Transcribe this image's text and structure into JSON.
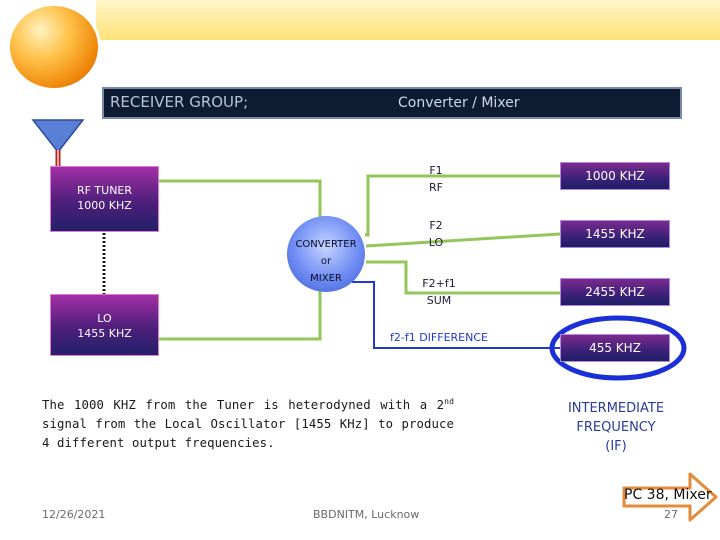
{
  "header": {
    "left": "RECEIVER GROUP;",
    "right": "Converter / Mixer"
  },
  "blocks": {
    "tuner": [
      "RF TUNER",
      "1000 KHZ"
    ],
    "lo": [
      "LO",
      "1455 KHZ"
    ],
    "mixer": [
      "CONVERTER",
      "or",
      "MIXER"
    ]
  },
  "outputs": [
    {
      "labels": [
        "F1",
        "RF"
      ],
      "value": "1000 KHZ"
    },
    {
      "labels": [
        "F2",
        "LO"
      ],
      "value": "1455 KHZ"
    },
    {
      "labels": [
        "F2+f1",
        "SUM"
      ],
      "value": "2455 KHZ"
    }
  ],
  "difference": {
    "label": "f2-f1 DIFFERENCE",
    "value": "455 KHZ"
  },
  "paragraph": {
    "before": "The 1000 KHZ from the Tuner is heterodyned with a 2",
    "sup": "nd",
    "after": " signal from the Local Oscillator [1455 KHz] to produce 4 different output frequencies."
  },
  "if_label": [
    "INTERMEDIATE",
    "FREQUENCY",
    "(IF)"
  ],
  "footer": {
    "date": "12/26/2021",
    "institution": "BBDNITM, Lucknow",
    "page": "27",
    "tag": "PC 38, Mixer"
  },
  "colors": {
    "wire": "#92c65a",
    "diff_wire": "#1e3ad4",
    "ellipse": "#1a2fd6",
    "arrow": "#e58a3a"
  }
}
